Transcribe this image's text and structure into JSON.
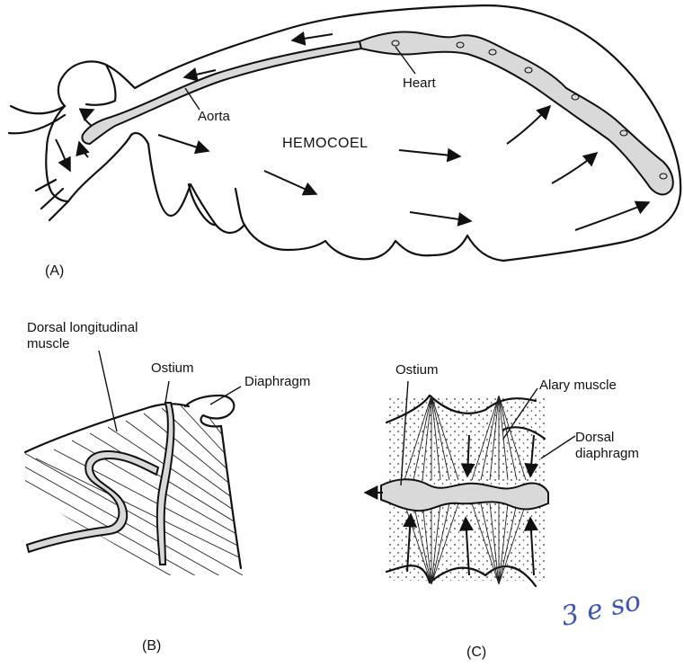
{
  "panel_a": {
    "label": "(A)",
    "callouts": {
      "heart": "Heart",
      "aorta": "Aorta",
      "hemocoel": "HEMOCOEL"
    }
  },
  "panel_b": {
    "label": "(B)",
    "callouts": {
      "dorsal_longitudinal_muscle": "Dorsal longitudinal\nmuscle",
      "ostium": "Ostium",
      "diaphragm": "Diaphragm"
    }
  },
  "panel_c": {
    "label": "(C)",
    "callouts": {
      "ostium": "Ostium",
      "alary_muscle": "Alary muscle",
      "dorsal_diaphragm": "Dorsal\ndiaphragm"
    }
  },
  "handwriting": "3 e so"
}
